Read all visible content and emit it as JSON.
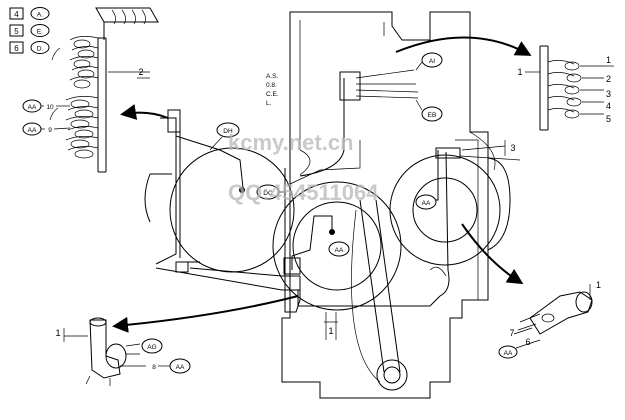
{
  "legend": [
    {
      "num": "4",
      "code": "A."
    },
    {
      "num": "5",
      "code": "E."
    },
    {
      "num": "6",
      "code": "D."
    }
  ],
  "notes": [
    "A.S.",
    "0.8.",
    "C.E.",
    "L."
  ],
  "callouts": {
    "ai": "AI",
    "eb": "EB",
    "dh": "DH",
    "dc": "DC",
    "aa": "AA",
    "ag": "AG"
  },
  "part_numbers": {
    "n1": "1",
    "n2": "2",
    "n3": "3",
    "n4": "4",
    "n5": "5",
    "n6": "6",
    "n7": "7",
    "n8": "8",
    "n9": "9",
    "n10": "10"
  },
  "watermark": {
    "line1": "kcmy.net.cn",
    "line2": "QQ:454511064"
  }
}
